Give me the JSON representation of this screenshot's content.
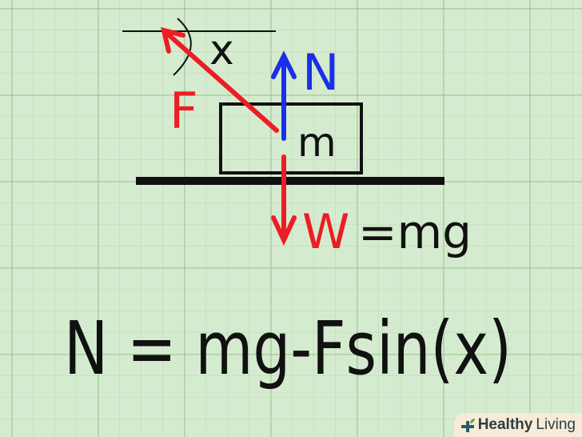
{
  "diagram": {
    "angle_label": "x",
    "force_label": "F",
    "normal_label": "N",
    "mass_label": "m",
    "weight_label": "W",
    "weight_eq": "=mg",
    "equation": "N = mg-Fsin(x)"
  },
  "watermark": {
    "bold": "Healthy",
    "regular": "Living"
  },
  "colors": {
    "force": "#ee1c25",
    "normal": "#1a2fe8",
    "ink": "#111111",
    "background": "#d5ebcf"
  }
}
